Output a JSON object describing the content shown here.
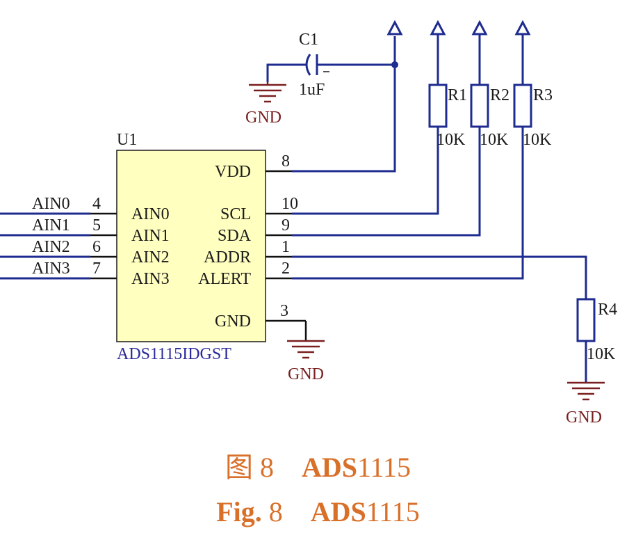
{
  "schematic": {
    "chip": {
      "ref": "U1",
      "part": "ADS1115IDGST",
      "left_pins": [
        {
          "name": "AIN0",
          "num": "4",
          "net": "AIN0"
        },
        {
          "name": "AIN1",
          "num": "5",
          "net": "AIN1"
        },
        {
          "name": "AIN2",
          "num": "6",
          "net": "AIN2"
        },
        {
          "name": "AIN3",
          "num": "7",
          "net": "AIN3"
        }
      ],
      "right_pins": {
        "vdd": {
          "name": "VDD",
          "num": "8"
        },
        "scl": {
          "name": "SCL",
          "num": "10"
        },
        "sda": {
          "name": "SDA",
          "num": "9"
        },
        "addr": {
          "name": "ADDR",
          "num": "1"
        },
        "alert": {
          "name": "ALERT",
          "num": "2"
        },
        "gnd": {
          "name": "GND",
          "num": "3"
        }
      }
    },
    "c1": {
      "ref": "C1",
      "value": "1uF"
    },
    "resistors": {
      "r1": {
        "ref": "R1",
        "value": "10K"
      },
      "r2": {
        "ref": "R2",
        "value": "10K"
      },
      "r3": {
        "ref": "R3",
        "value": "10K"
      },
      "r4": {
        "ref": "R4",
        "value": "10K"
      }
    },
    "gnd_label": "GND",
    "colors": {
      "wire": "#1e2b8f",
      "chip_fill": "#ffffc0",
      "gnd": "#7a1f1f",
      "caption": "#d9702a"
    }
  },
  "caption": {
    "cn_prefix": "图",
    "en_prefix": "Fig.",
    "number": "8",
    "title_bold": "ADS",
    "title_rest": "1115"
  }
}
